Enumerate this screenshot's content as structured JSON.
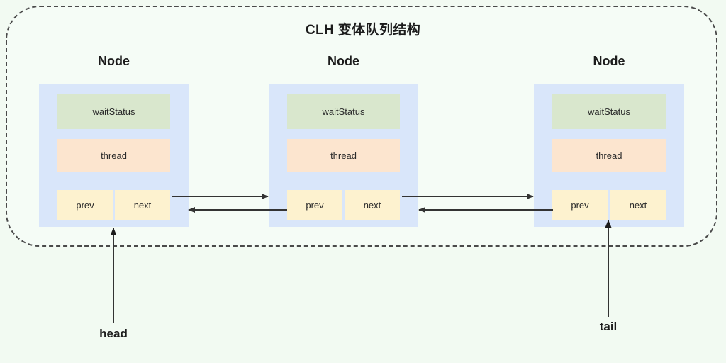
{
  "diagram": {
    "title": "CLH 变体队列结构",
    "background_color": "#f2faf2",
    "region_background_color": "#f5fcf6",
    "region_border_color": "#4a4a4a",
    "node_box_color": "#d9e6fa",
    "waitstatus_color": "#d9e7cd",
    "thread_color": "#fce5cf",
    "pointer_color": "#fdf2cf",
    "arrow_color": "#333333"
  },
  "nodes": [
    {
      "title": "Node",
      "fields": {
        "waitStatus": "waitStatus",
        "thread": "thread",
        "prev": "prev",
        "next": "next"
      }
    },
    {
      "title": "Node",
      "fields": {
        "waitStatus": "waitStatus",
        "thread": "thread",
        "prev": "prev",
        "next": "next"
      }
    },
    {
      "title": "Node",
      "fields": {
        "waitStatus": "waitStatus",
        "thread": "thread",
        "prev": "prev",
        "next": "next"
      }
    }
  ],
  "pointers": {
    "head": "head",
    "tail": "tail"
  },
  "links": [
    {
      "from": "node1.next",
      "to": "node2",
      "direction": "right"
    },
    {
      "from": "node2.prev",
      "to": "node1",
      "direction": "left"
    },
    {
      "from": "node2.next",
      "to": "node3",
      "direction": "right"
    },
    {
      "from": "node3.prev",
      "to": "node2",
      "direction": "left"
    }
  ]
}
